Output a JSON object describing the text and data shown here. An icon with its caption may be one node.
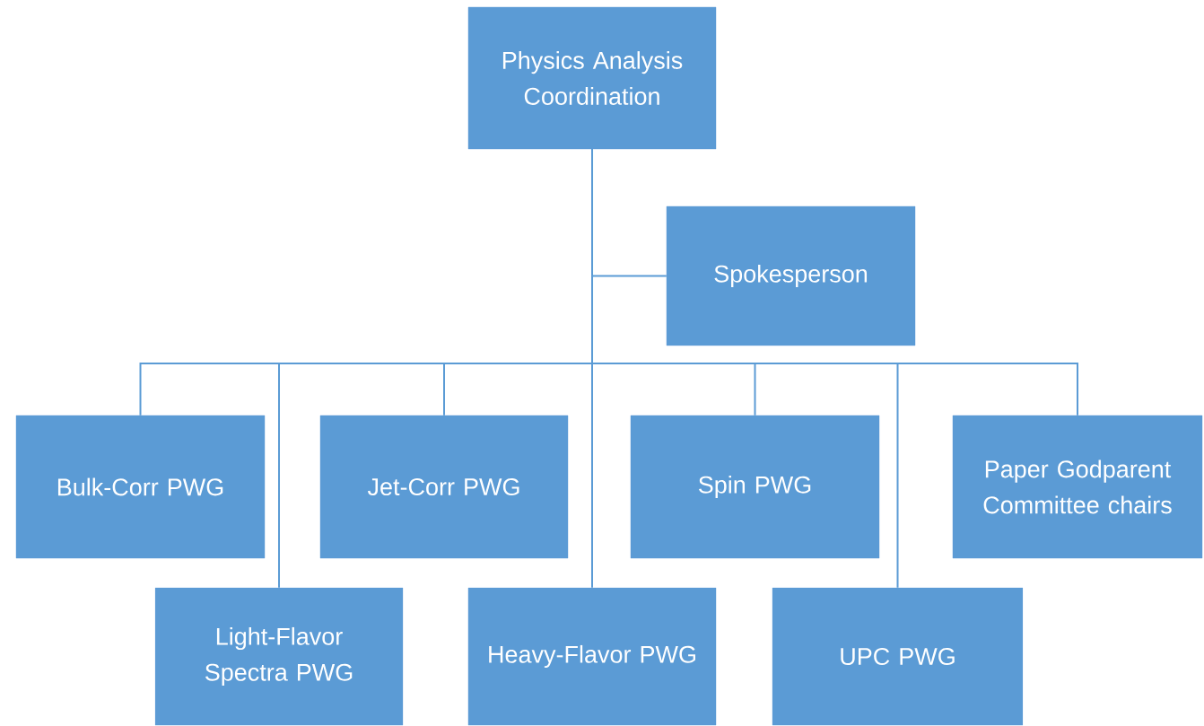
{
  "diagram": {
    "nodes": [
      {
        "text": [
          "Physics Analysis Coordination"
        ]
      },
      {
        "text": [
          "Spokesperson"
        ]
      },
      {
        "text": [
          "Bulk-Corr PWG"
        ]
      },
      {
        "text": [
          "Jet-Corr PWG"
        ]
      },
      {
        "text": [
          "Spin PWG"
        ]
      },
      {
        "text": [
          "Paper Godparent Committee chairs"
        ]
      },
      {
        "text": [
          "Light-Flavor Spectra PWG"
        ]
      },
      {
        "text": [
          "Heavy-Flavor PWG"
        ]
      },
      {
        "text": [
          "UPC PWG"
        ]
      }
    ],
    "edges": [
      {
        "from": 0,
        "to": 1,
        "arrow": "none"
      },
      {
        "from": 0,
        "to": 2,
        "arrow": "none"
      },
      {
        "from": 0,
        "to": 6,
        "arrow": "none"
      },
      {
        "from": 0,
        "to": 3,
        "arrow": "none"
      },
      {
        "from": 0,
        "to": 7,
        "arrow": "none"
      },
      {
        "from": 0,
        "to": 4,
        "arrow": "none"
      },
      {
        "from": 0,
        "to": 8,
        "arrow": "none"
      },
      {
        "from": 0,
        "to": 5,
        "arrow": "none"
      }
    ]
  }
}
